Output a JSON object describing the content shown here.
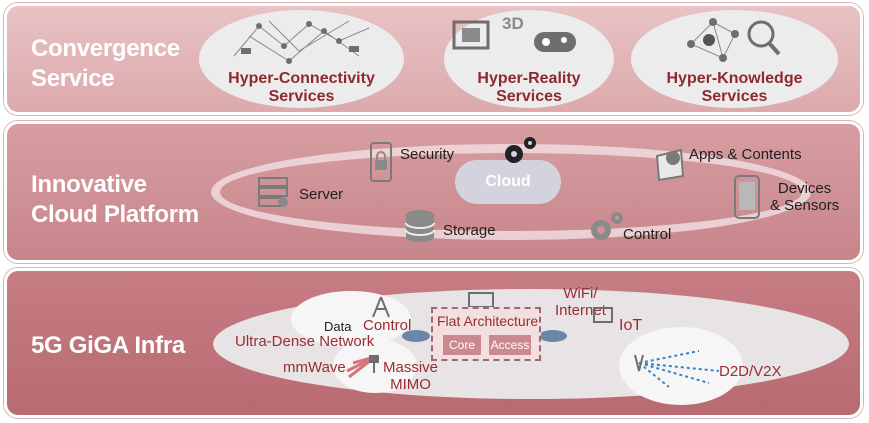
{
  "convergence": {
    "title": "Convergence\nService",
    "services": [
      {
        "label": "Hyper-Connectivity\nServices"
      },
      {
        "label": "Hyper-Reality\nServices"
      },
      {
        "label": "Hyper-Knowledge\nServices"
      }
    ]
  },
  "cloud_platform": {
    "title": "Innovative\nCloud Platform",
    "center": "Cloud",
    "items": {
      "security": "Security",
      "apps": "Apps & Contents",
      "server": "Server",
      "devices": "Devices\n& Sensors",
      "storage": "Storage",
      "control": "Control"
    }
  },
  "infra": {
    "title": "5G GiGA Infra",
    "data": "Data",
    "control": "Control",
    "udn": "Ultra-Dense Network",
    "flat": "Flat Architecture",
    "core": "Core",
    "access": "Access",
    "wifi": "WiFi/\nInternet",
    "iot": "IoT",
    "mmwave": "mmWave",
    "mimo": "Massive\nMIMO",
    "d2d": "D2D/V2X"
  },
  "colors": {
    "accent_red": "#9a2d33",
    "band_top": "#e2b8bb",
    "band_mid": "#cf9397",
    "band_bottom": "#bf747a"
  }
}
